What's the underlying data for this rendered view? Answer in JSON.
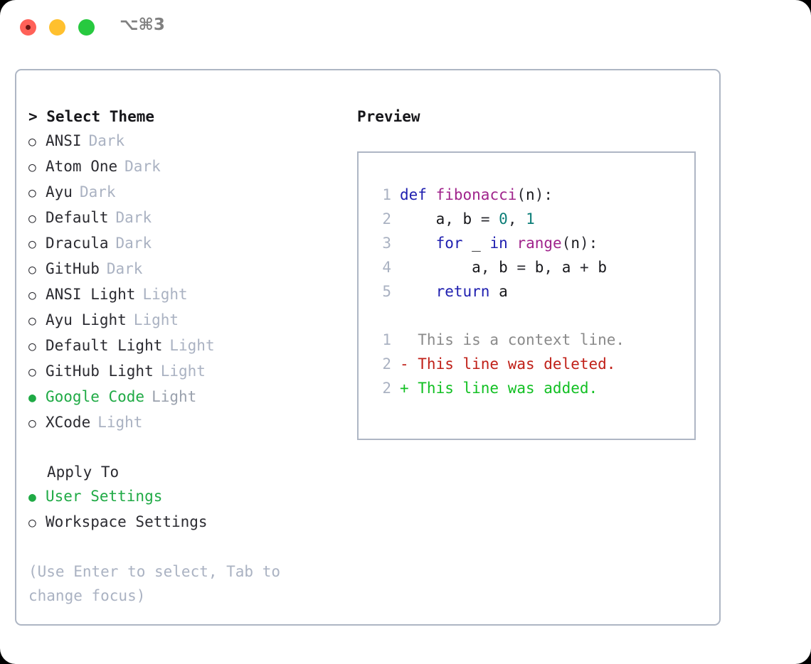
{
  "window": {
    "traffic_lights": [
      "close-red",
      "minimize-yellow",
      "maximize-green"
    ],
    "shortcut": "⌥⌘3"
  },
  "theme_panel": {
    "header": "> Select Theme",
    "options": [
      {
        "marker": "○",
        "label": "ANSI",
        "variant": "Dark",
        "selected": false
      },
      {
        "marker": "○",
        "label": "Atom One",
        "variant": "Dark",
        "selected": false
      },
      {
        "marker": "○",
        "label": "Ayu",
        "variant": "Dark",
        "selected": false
      },
      {
        "marker": "○",
        "label": "Default",
        "variant": "Dark",
        "selected": false
      },
      {
        "marker": "○",
        "label": "Dracula",
        "variant": "Dark",
        "selected": false
      },
      {
        "marker": "○",
        "label": "GitHub",
        "variant": "Dark",
        "selected": false
      },
      {
        "marker": "○",
        "label": "ANSI Light",
        "variant": "Light",
        "selected": false
      },
      {
        "marker": "○",
        "label": "Ayu Light",
        "variant": "Light",
        "selected": false
      },
      {
        "marker": "○",
        "label": "Default Light",
        "variant": "Light",
        "selected": false
      },
      {
        "marker": "○",
        "label": "GitHub Light",
        "variant": "Light",
        "selected": false
      },
      {
        "marker": "●",
        "label": "Google Code",
        "variant": "Light",
        "selected": true
      },
      {
        "marker": "○",
        "label": "XCode",
        "variant": "Light",
        "selected": false
      }
    ],
    "apply_to": {
      "header": "Apply To",
      "options": [
        {
          "marker": "●",
          "label": "User Settings",
          "selected": true
        },
        {
          "marker": "○",
          "label": "Workspace Settings",
          "selected": false
        }
      ]
    },
    "hint": "(Use Enter to select, Tab to change focus)"
  },
  "preview": {
    "title": "Preview",
    "code_lines": [
      {
        "no": "1",
        "text": "def fibonacci(n):"
      },
      {
        "no": "2",
        "text": "    a, b = 0, 1"
      },
      {
        "no": "3",
        "text": "    for _ in range(n):"
      },
      {
        "no": "4",
        "text": "        a, b = b, a + b"
      },
      {
        "no": "5",
        "text": "    return a"
      }
    ],
    "diff_lines": [
      {
        "no": "1",
        "sign": " ",
        "text": "  This is a context line.",
        "kind": "context"
      },
      {
        "no": "2",
        "sign": "-",
        "text": "- This line was deleted.",
        "kind": "deleted"
      },
      {
        "no": "2",
        "sign": "+",
        "text": "+ This line was added.",
        "kind": "added"
      }
    ]
  },
  "colors": {
    "accent_green": "#1faa45",
    "diff_add": "#12c023",
    "diff_del": "#c02018",
    "keyword": "#2020b0",
    "function": "#a0248c",
    "number": "#0b7d77",
    "muted": "#aab2c2",
    "border": "#aeb6c4"
  }
}
